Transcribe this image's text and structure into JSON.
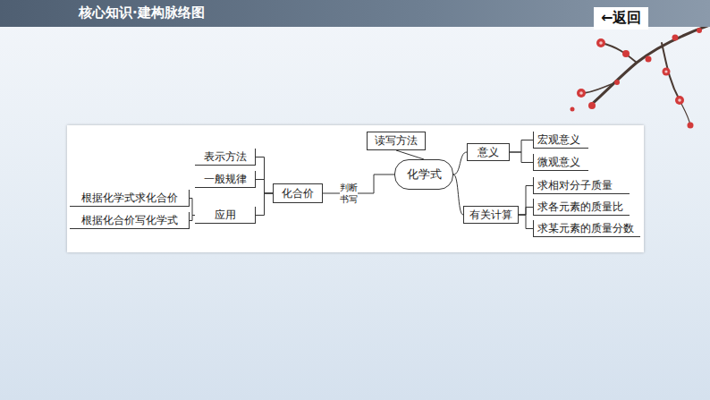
{
  "diagram": {
    "title": "核心知识·建构脉络图",
    "nodes": [
      {
        "text": [
          "表示方法"
        ]
      },
      {
        "text": [
          "一般规律"
        ]
      },
      {
        "text": [
          "应用"
        ]
      },
      {
        "text": [
          "根据化学式求化合价"
        ]
      },
      {
        "text": [
          "根据化合价写化学式"
        ]
      },
      {
        "text": [
          "化合价"
        ]
      },
      {
        "text": [
          "读写方法"
        ]
      },
      {
        "text": [
          "化学式"
        ]
      },
      {
        "text": [
          "意义"
        ]
      },
      {
        "text": [
          "有关计算"
        ]
      },
      {
        "text": [
          "宏观意义"
        ]
      },
      {
        "text": [
          "微观意义"
        ]
      },
      {
        "text": [
          "求相对分子质量"
        ]
      },
      {
        "text": [
          "求各元素的质量比"
        ]
      },
      {
        "text": [
          "求某元素的质量分数"
        ]
      }
    ],
    "edges": [
      {
        "from": 5,
        "to": 0,
        "arrow": "none"
      },
      {
        "from": 5,
        "to": 1,
        "arrow": "none"
      },
      {
        "from": 5,
        "to": 2,
        "arrow": "none"
      },
      {
        "from": 2,
        "to": 3,
        "arrow": "none"
      },
      {
        "from": 2,
        "to": 4,
        "arrow": "none"
      },
      {
        "from": 5,
        "to": 7,
        "label": "判断 书写",
        "arrow": "none"
      },
      {
        "from": 7,
        "to": 6,
        "arrow": "none"
      },
      {
        "from": 7,
        "to": 8,
        "arrow": "none"
      },
      {
        "from": 7,
        "to": 9,
        "arrow": "none"
      },
      {
        "from": 8,
        "to": 10,
        "arrow": "none"
      },
      {
        "from": 8,
        "to": 11,
        "arrow": "none"
      },
      {
        "from": 9,
        "to": 12,
        "arrow": "none"
      },
      {
        "from": 9,
        "to": 13,
        "arrow": "none"
      },
      {
        "from": 9,
        "to": 14,
        "arrow": "none"
      }
    ],
    "labels": [
      "←返回"
    ]
  }
}
